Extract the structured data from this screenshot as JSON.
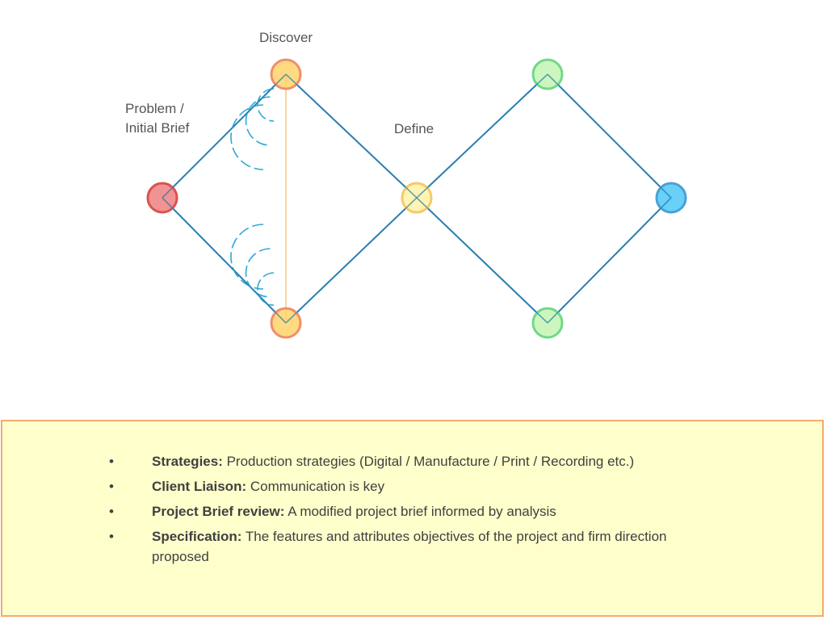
{
  "diagram": {
    "labels": {
      "discover": "Discover",
      "problem_line1": "Problem  /",
      "problem_line2": "Initial Brief",
      "define": "Define"
    },
    "colors": {
      "edge": "#2a7fb0",
      "arc": "#2fa8d6",
      "divider": "#f3c97a",
      "start_fill": "#f08080",
      "start_stroke": "#d9534f",
      "discover_fill": "#ffd36b",
      "discover_stroke": "#f08f6a",
      "define_fill": "#fff2a6",
      "define_stroke": "#f5c96a",
      "develop_fill": "#c4f5b4",
      "develop_stroke": "#6fd989",
      "end_fill": "#4fc8f7",
      "end_stroke": "#4aa0d8"
    }
  },
  "bullets": [
    {
      "term": "Strategies:",
      "text": " Production strategies (Digital / Manufacture / Print / Recording etc.)"
    },
    {
      "term": "Client Liaison:",
      "text": " Communication is key"
    },
    {
      "term": "Project Brief review:",
      "text": " A modified project brief informed by analysis"
    },
    {
      "term": "Specification:",
      "text": " The features and attributes objectives of the project and firm direction proposed"
    }
  ],
  "bullet_symbol": "•"
}
